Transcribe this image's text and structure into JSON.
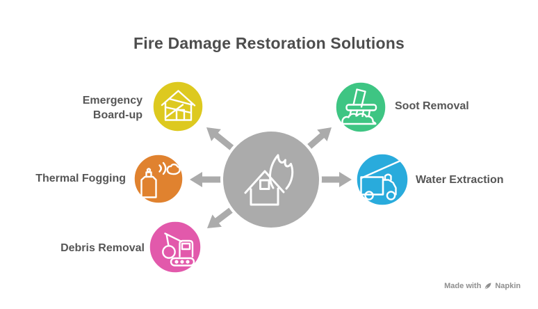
{
  "title": "Fire Damage Restoration Solutions",
  "center": {
    "icon": "burning-house-icon",
    "color": "#ababab"
  },
  "nodes": [
    {
      "id": "emergency-board-up",
      "label": "Emergency Board-up",
      "label_lines": [
        "Emergency",
        "Board-up"
      ],
      "color": "#ddc91f",
      "icon": "boarded-house-icon",
      "position": "top-left"
    },
    {
      "id": "thermal-fogging",
      "label": "Thermal Fogging",
      "color": "#e0822f",
      "icon": "fogging-sprayer-icon",
      "position": "left"
    },
    {
      "id": "debris-removal",
      "label": "Debris Removal",
      "color": "#e259ab",
      "icon": "wrecking-crane-icon",
      "position": "bottom-left"
    },
    {
      "id": "soot-removal",
      "label": "Soot Removal",
      "color": "#3ec583",
      "icon": "soot-broom-icon",
      "position": "top-right"
    },
    {
      "id": "water-extraction",
      "label": "Water Extraction",
      "color": "#29abdc",
      "icon": "vacuum-truck-icon",
      "position": "right"
    }
  ],
  "watermark": {
    "prefix": "Made with",
    "brand": "Napkin",
    "icon": "napkin-pen-icon"
  },
  "colors": {
    "title_text": "#4d4d4d",
    "label_text": "#565656",
    "hub": "#ababab",
    "arrow": "#ababab",
    "background": "#ffffff",
    "watermark_text": "#8e8e8e"
  }
}
